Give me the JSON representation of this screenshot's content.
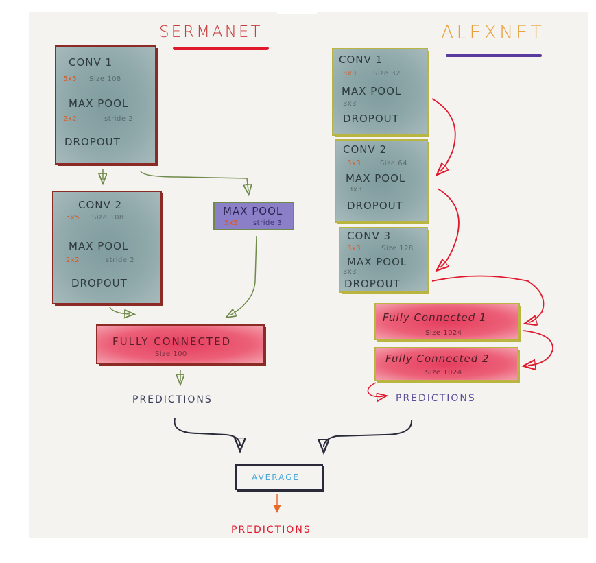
{
  "titles": {
    "sermanet": "SERMANET",
    "alexnet": "ALEXNET"
  },
  "colors": {
    "sermanet_accent": "#e0192d",
    "alexnet_title": "#e8a13b",
    "alexnet_accent": "#5a3a9e",
    "sermanet_border": "#8c2a25",
    "alexnet_border": "#b9b540",
    "conv_fill": "#8fa8aa",
    "fc_fill": "#ec5f77",
    "maxpool_fill": "#8b7fc8",
    "arrow_green": "#6f8a4a",
    "arrow_red": "#e0192d",
    "arrow_dark": "#2a2a3a",
    "arrow_orange": "#e86a2a"
  },
  "sermanet": {
    "block1": {
      "conv": "CONV 1",
      "conv_kernel": "5x5",
      "conv_size": "Size 108",
      "pool": "MAX POOL",
      "pool_kernel": "2x2",
      "pool_stride": "stride 2",
      "dropout": "DROPOUT"
    },
    "block2": {
      "conv": "CONV 2",
      "conv_kernel": "5x5",
      "conv_size": "Size 108",
      "pool": "MAX POOL",
      "pool_kernel": "2x2",
      "pool_stride": "stride 2",
      "dropout": "DROPOUT"
    },
    "side_pool": {
      "label": "MAX POOL",
      "kernel": "5x5",
      "stride": "stride 3"
    },
    "fc": {
      "label": "FULLY CONNECTED",
      "size": "Size 100"
    },
    "predictions": "PREDICTIONS"
  },
  "alexnet": {
    "block1": {
      "conv": "CONV 1",
      "conv_kernel": "3x3",
      "conv_size": "Size 32",
      "pool": "MAX POOL",
      "pool_kernel": "3x3",
      "dropout": "DROPOUT"
    },
    "block2": {
      "conv": "CONV 2",
      "conv_kernel": "3x3",
      "conv_size": "Size 64",
      "pool": "MAX POOL",
      "pool_kernel": "3x3",
      "dropout": "DROPOUT"
    },
    "block3": {
      "conv": "CONV 3",
      "conv_kernel": "3x3",
      "conv_size": "Size 128",
      "pool": "MAX POOL",
      "pool_kernel": "3x3",
      "dropout": "DROPOUT"
    },
    "fc1": {
      "label": "Fully Connected 1",
      "size": "Size 1024"
    },
    "fc2": {
      "label": "Fully Connected 2",
      "size": "Size 1024"
    },
    "predictions": "PREDICTIONS"
  },
  "ensemble": {
    "average": "AVERAGE",
    "predictions": "PREDICTIONS"
  }
}
